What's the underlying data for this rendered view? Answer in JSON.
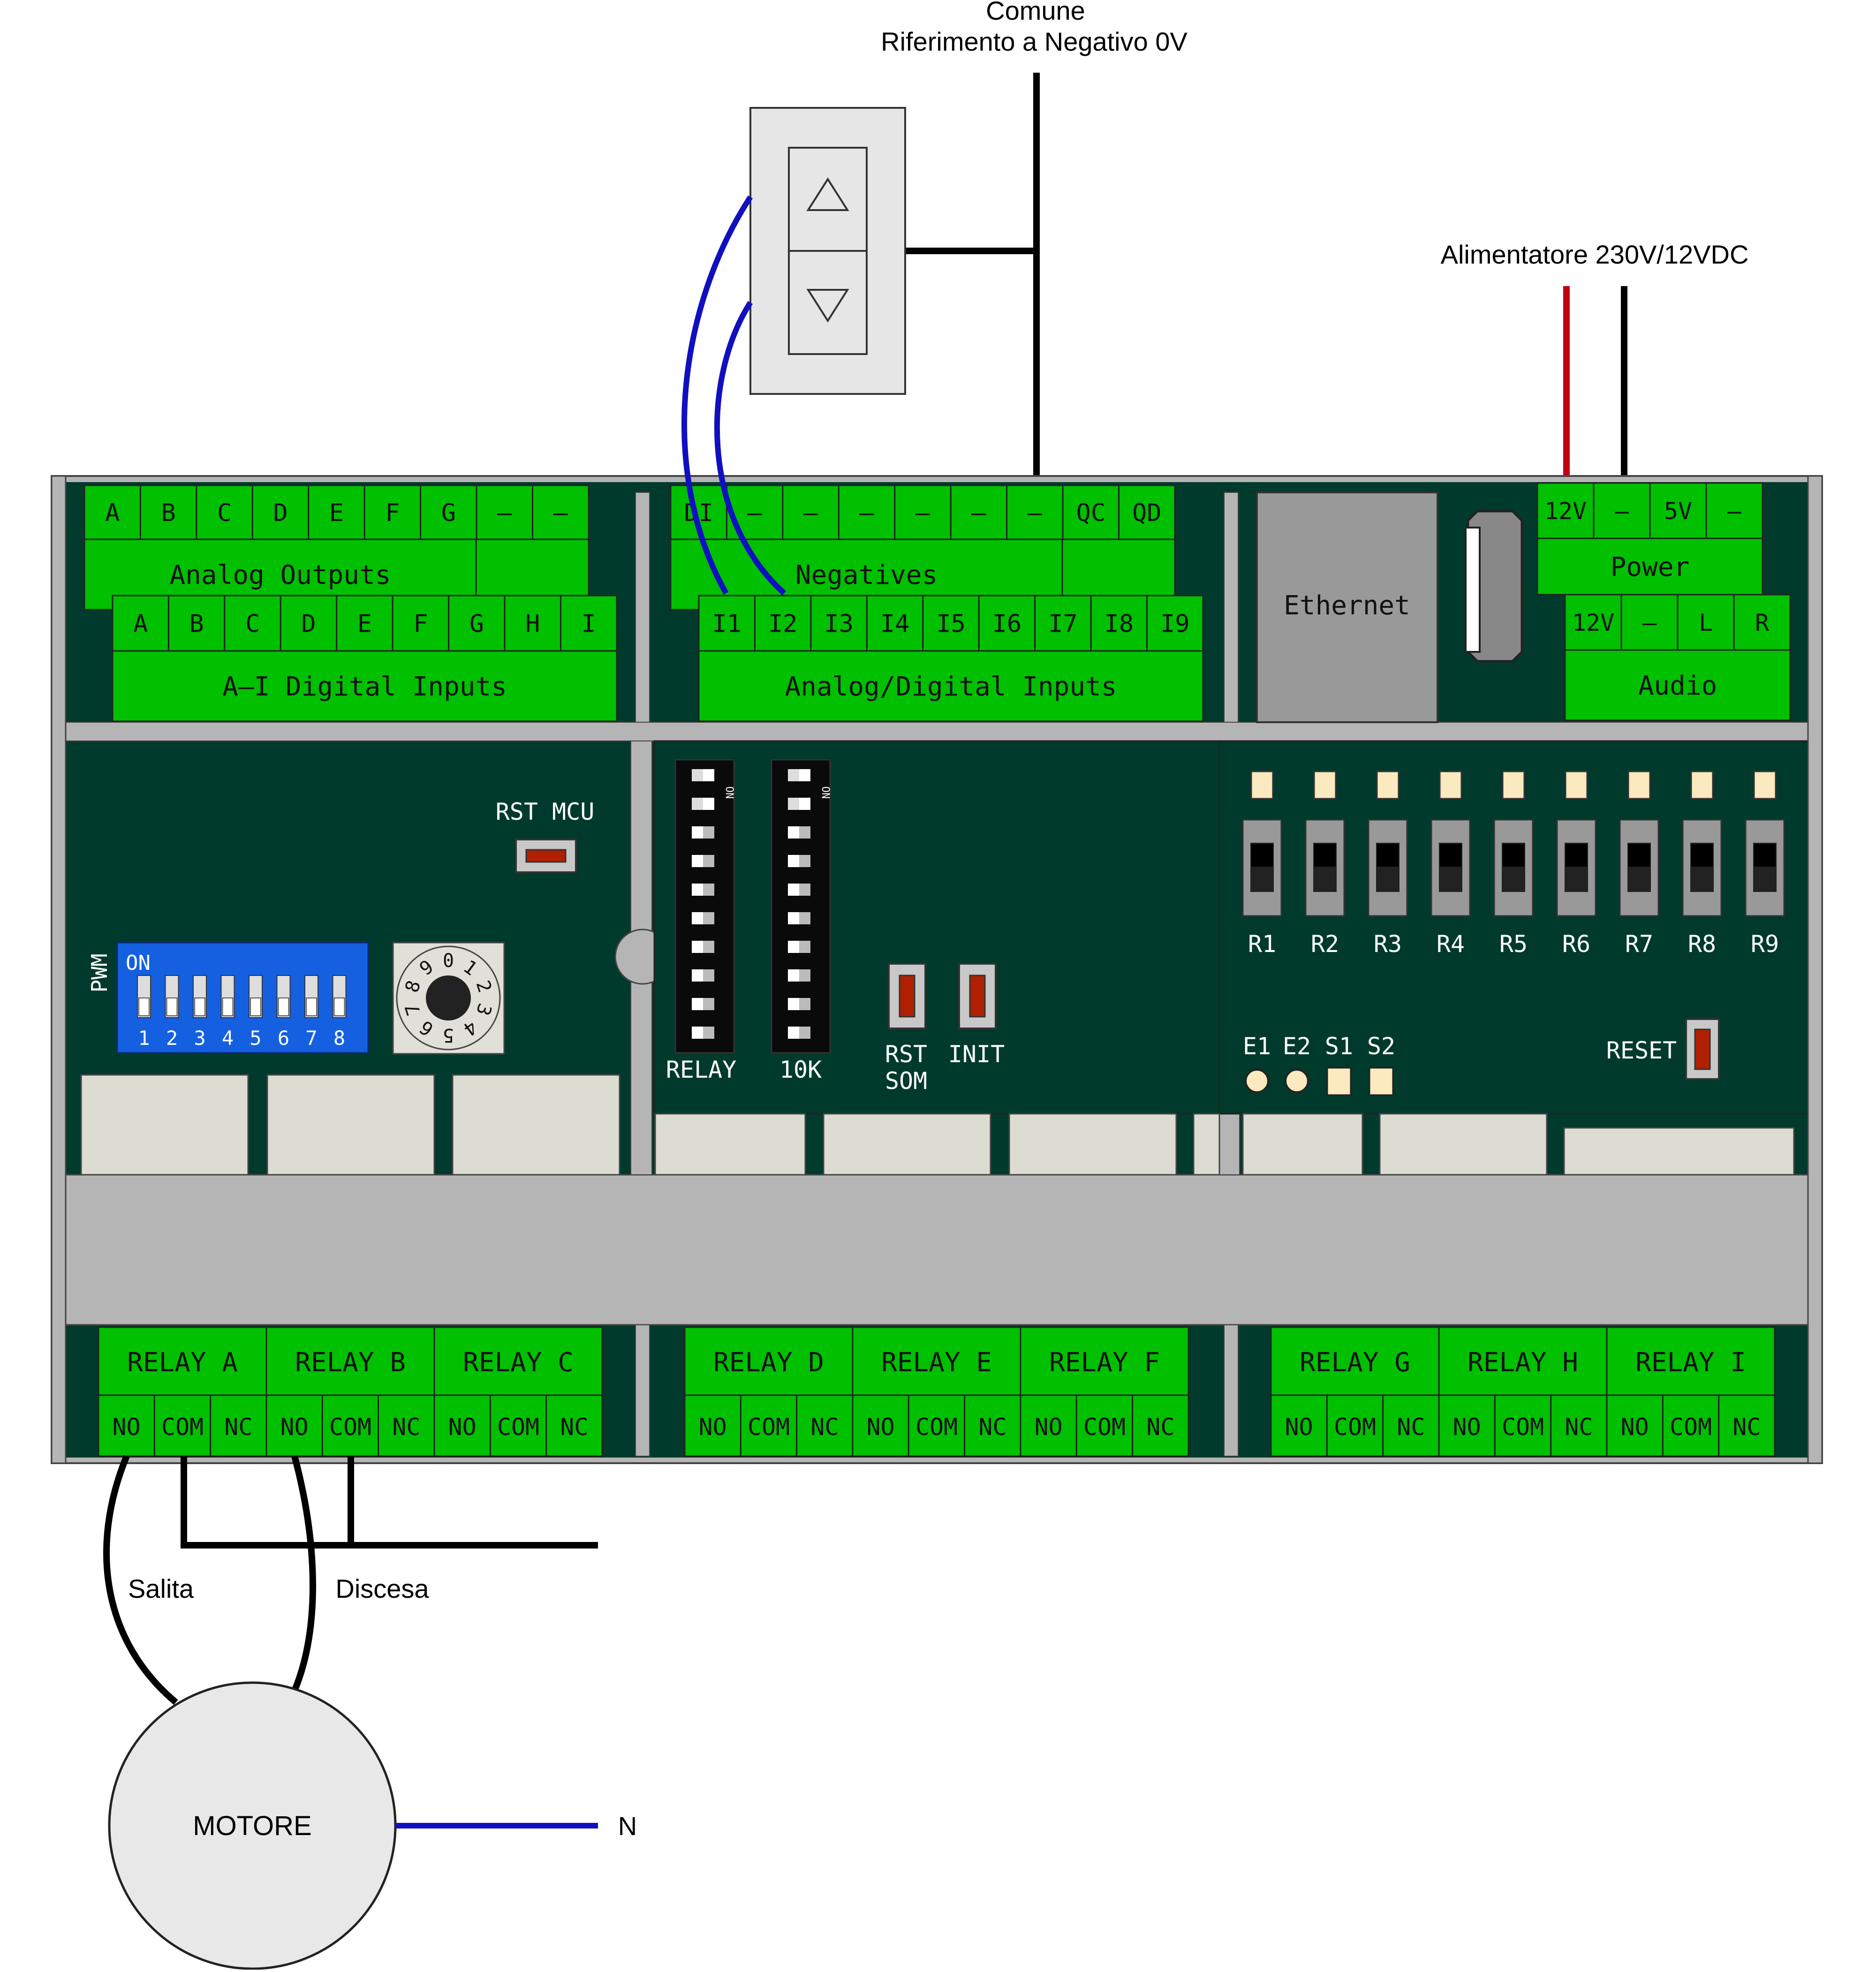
{
  "annotations": {
    "common_line1": "Comune",
    "common_line2": "Riferimento a Negativo 0V",
    "power_supply": "Alimentatore 230V/12VDC",
    "up_label": "Salita",
    "down_label": "Discesa",
    "motor": "MOTORE",
    "neutral": "N"
  },
  "colors": {
    "board": "#003a2c",
    "terminal": "#00c000",
    "housing": "#b5b5b5",
    "wire_blue": "#1010c0",
    "wire_red": "#c00010",
    "wire_black": "#000000",
    "dip_blue": "#1560e0"
  },
  "switch_icons": {
    "up": "triangle-up-icon",
    "down": "triangle-down-icon"
  },
  "top_left": {
    "analog_outputs_pins": [
      "A",
      "B",
      "C",
      "D",
      "E",
      "F",
      "G",
      "–",
      "–"
    ],
    "analog_outputs_label": "Analog Outputs",
    "digital_inputs_pins": [
      "A",
      "B",
      "C",
      "D",
      "E",
      "F",
      "G",
      "H",
      "I"
    ],
    "digital_inputs_label": "A–I Digital Inputs"
  },
  "top_mid": {
    "negatives_pins": [
      "DI",
      "–",
      "–",
      "–",
      "–",
      "–",
      "–",
      "QC",
      "QD"
    ],
    "negatives_label": "Negatives",
    "inputs_pins": [
      "I1",
      "I2",
      "I3",
      "I4",
      "I5",
      "I6",
      "I7",
      "I8",
      "I9"
    ],
    "inputs_label": "Analog/Digital Inputs"
  },
  "top_right": {
    "ethernet_label": "Ethernet",
    "power_pins": [
      "12V",
      "–",
      "5V",
      "–"
    ],
    "power_label": "Power",
    "audio_pins": [
      "12V",
      "–",
      "L",
      "R"
    ],
    "audio_label": "Audio"
  },
  "middle": {
    "rst_mcu": "RST MCU",
    "pwm": "PWM",
    "dip_on": "ON",
    "dip_numbers": [
      "1",
      "2",
      "3",
      "4",
      "5",
      "6",
      "7",
      "8"
    ],
    "rotary_digits": [
      "0",
      "1",
      "2",
      "3",
      "4",
      "5",
      "6",
      "7",
      "8",
      "9"
    ],
    "relay_label": "RELAY",
    "tenk_label": "10K",
    "strip_on": "ON",
    "rst_som_1": "RST",
    "rst_som_2": "SOM",
    "init": "INIT",
    "relays": [
      "R1",
      "R2",
      "R3",
      "R4",
      "R5",
      "R6",
      "R7",
      "R8",
      "R9"
    ],
    "leds": [
      "E1",
      "E2",
      "S1",
      "S2"
    ],
    "reset": "RESET"
  },
  "relay_blocks": [
    [
      "RELAY A",
      "RELAY B",
      "RELAY C"
    ],
    [
      "RELAY D",
      "RELAY E",
      "RELAY F"
    ],
    [
      "RELAY G",
      "RELAY H",
      "RELAY I"
    ]
  ],
  "relay_contacts": [
    "NO",
    "COM",
    "NC"
  ]
}
